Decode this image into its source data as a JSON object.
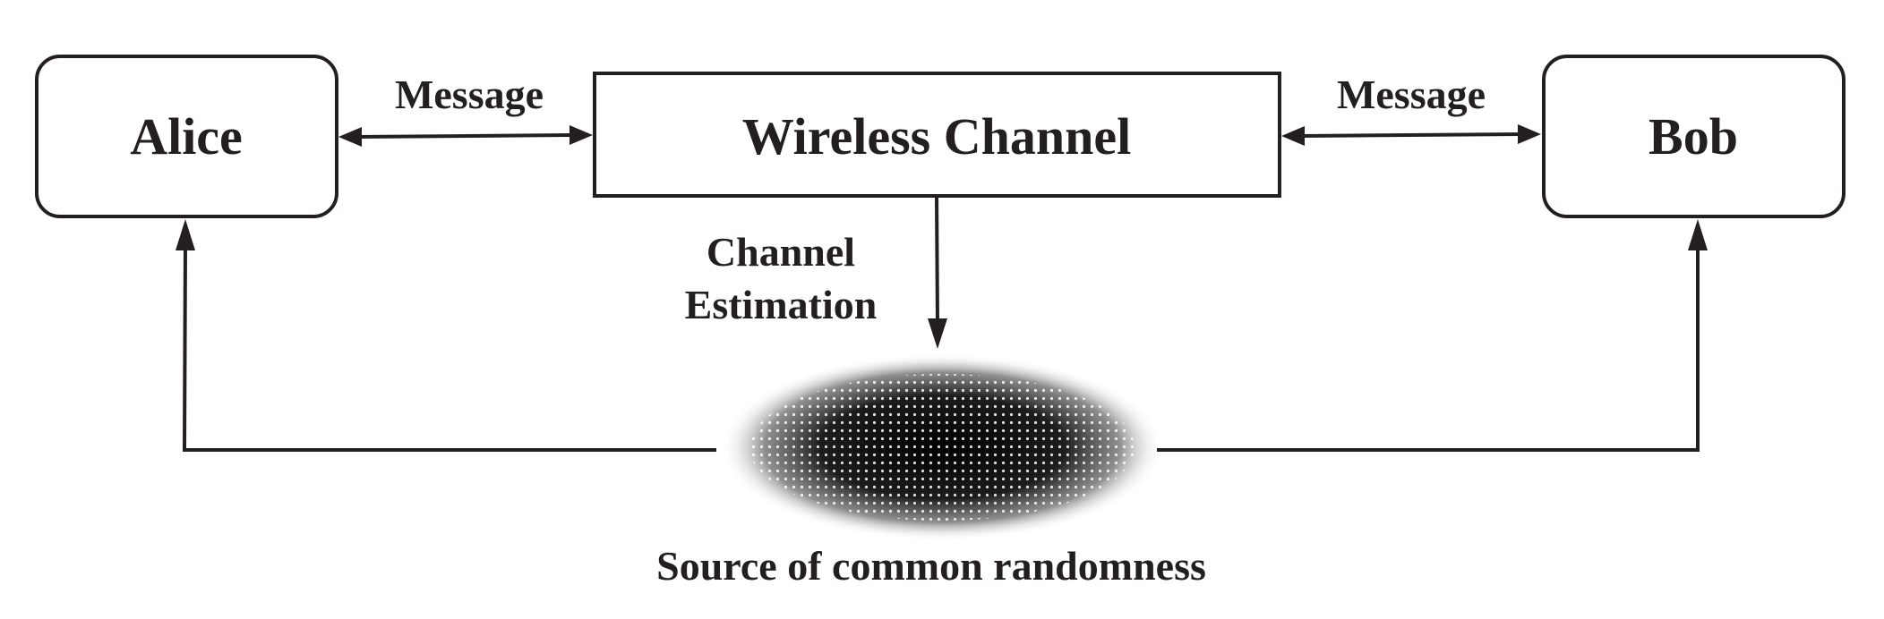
{
  "nodes": {
    "alice": "Alice",
    "channel": "Wireless Channel",
    "bob": "Bob"
  },
  "edges": {
    "left_message": "Message",
    "right_message": "Message",
    "estimation_line1": "Channel",
    "estimation_line2": "Estimation"
  },
  "source": {
    "label": "Source of common randomness"
  },
  "colors": {
    "ink": "#231f20",
    "background": "#ffffff"
  }
}
